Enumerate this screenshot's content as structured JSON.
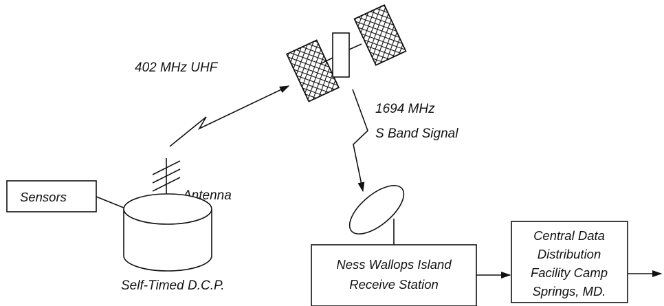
{
  "labels": {
    "uplink": "402 MHz UHF",
    "downlink_line1": "1694 MHz",
    "downlink_line2": "S Band Signal",
    "antenna": "Antenna",
    "dcp": "Self-Timed D.C.P.",
    "sensors": "Sensors"
  },
  "boxes": {
    "receive_station": [
      "Ness Wallops Island",
      "Receive Station"
    ],
    "distribution": [
      "Central Data",
      "Distribution",
      "Facility Camp",
      "Springs, MD."
    ]
  }
}
